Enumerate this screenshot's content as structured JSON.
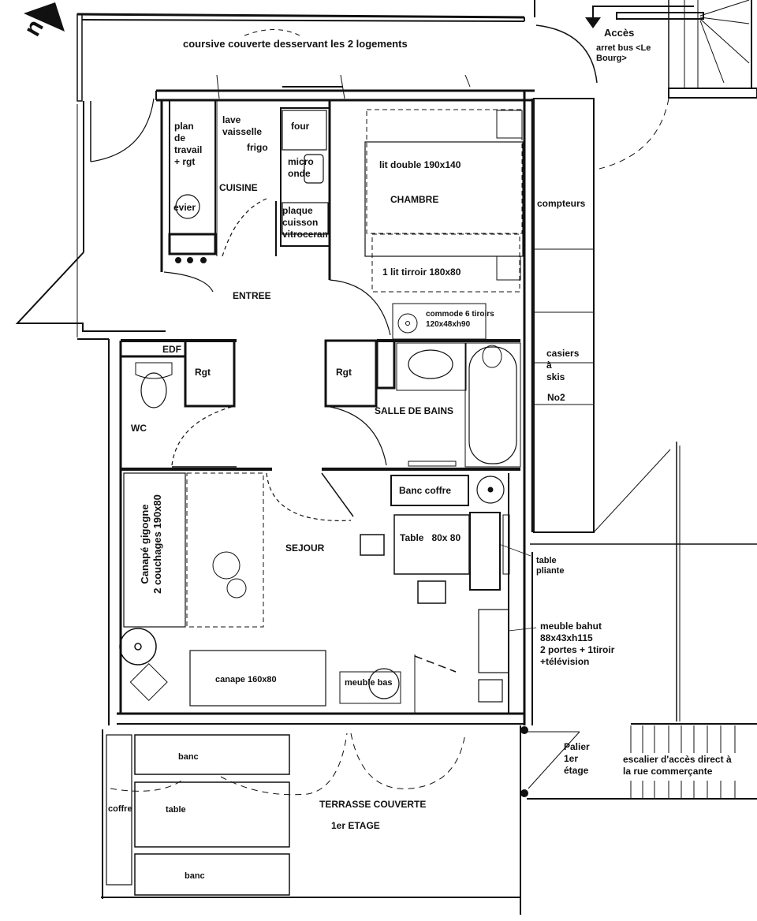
{
  "compass": {
    "icon": "north-arrow-icon",
    "letter": "n"
  },
  "corridor": {
    "label": "coursive couverte desservant les 2 logements"
  },
  "access": {
    "title": "Accès",
    "subtitle": "arret bus <Le Bourg>"
  },
  "kitchen": {
    "room": "CUISINE",
    "items": {
      "worktop": "plan\nde\ntravail\n+ rgt",
      "dishwasher": "lave\nvaisselle",
      "fridge": "frigo",
      "oven": "four",
      "microwave": "micro\nonde",
      "hob": "plaque\ncuisson\nvitroceram",
      "sink": "evier"
    }
  },
  "bedroom": {
    "room": "CHAMBRE",
    "items": {
      "double_bed": "lit double 190x140",
      "trundle_bed": "1 lit tirroir 180x80",
      "dresser": "commode 6 tiroirs\n120x48xh90"
    }
  },
  "entry": {
    "room": "ENTREE"
  },
  "wc": {
    "room": "WC",
    "edf": "EDF",
    "storage": "Rgt"
  },
  "bathroom": {
    "room": "SALLE DE BAINS",
    "storage": "Rgt"
  },
  "side_storage": {
    "meters": "compteurs",
    "ski_lockers": "casiers\nà\nskis",
    "ski_number": "No2"
  },
  "living": {
    "room": "SEJOUR",
    "items": {
      "sofa_bed": "Canapé gigogne\n2 couchages 190x80",
      "sofa": "canape 160x80",
      "low_cabinet": "meuble bas",
      "bench_chest": "Banc coffre",
      "table": "Table   80x 80",
      "folding_table": "table\npliante",
      "sideboard": "meuble bahut\n88x43xh115\n2 portes + 1tiroir\n+télévision"
    }
  },
  "terrace": {
    "room": "TERRASSE COUVERTE",
    "floor": "1er ETAGE",
    "items": {
      "bench_top": "banc",
      "table": "table",
      "bench_bottom": "banc",
      "chest": "coffre"
    }
  },
  "landing": {
    "label": "Palier\n1er\nétage"
  },
  "stairs": {
    "label": "escalier d'accès direct à\nla rue commerçante"
  },
  "colors": {
    "line": "#111111",
    "background": "#ffffff"
  }
}
